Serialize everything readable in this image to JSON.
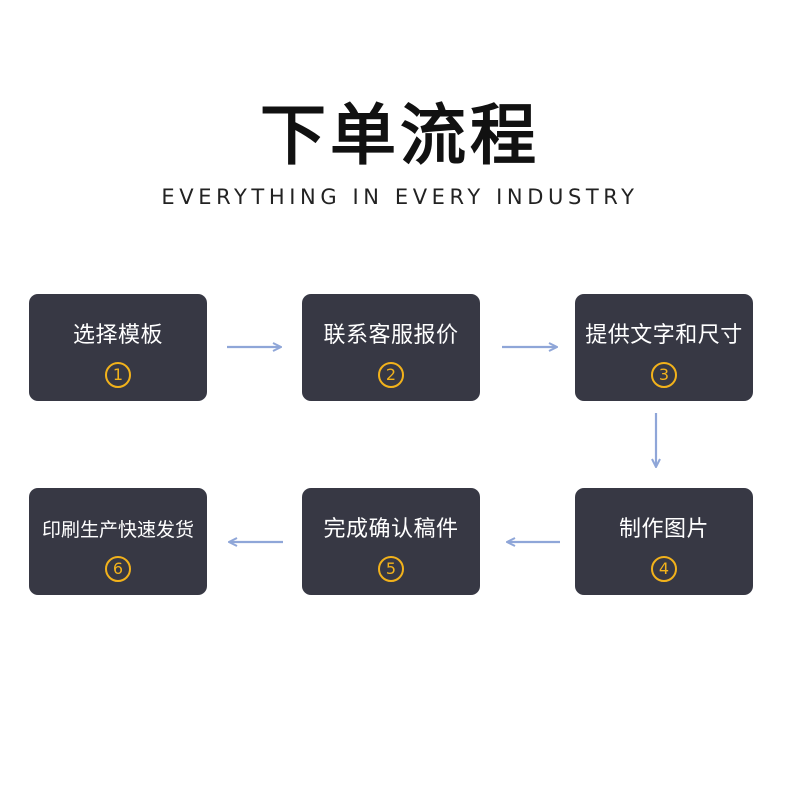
{
  "header": {
    "title": "下单流程",
    "subtitle": "EVERYTHING IN EVERY INDUSTRY"
  },
  "steps": [
    {
      "label": "选择模板",
      "number": "1"
    },
    {
      "label": "联系客服报价",
      "number": "2"
    },
    {
      "label": "提供文字和尺寸",
      "number": "3"
    },
    {
      "label": "制作图片",
      "number": "4"
    },
    {
      "label": "完成确认稿件",
      "number": "5"
    },
    {
      "label": "印刷生产快速发货",
      "number": "6"
    }
  ],
  "colors": {
    "box": "#373844",
    "number_accent": "#f2b21b",
    "arrow": "#8fa6d8"
  },
  "icons": {
    "arrow": "arrow-icon"
  }
}
